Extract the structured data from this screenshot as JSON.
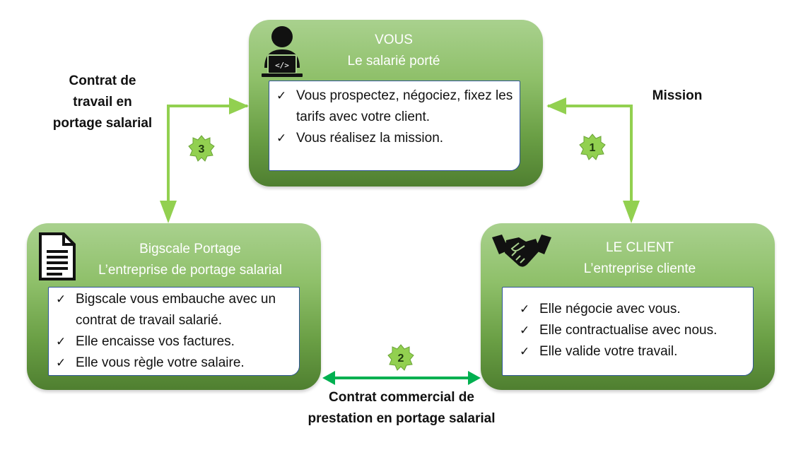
{
  "vous": {
    "title_line1": "VOUS",
    "title_line2": "Le salarié porté",
    "items": [
      "Vous prospectez, négociez, fixez les tarifs avec votre client.",
      "Vous réalisez la mission."
    ]
  },
  "bigscale": {
    "title_line1": "Bigscale Portage",
    "title_line2": "L’entreprise de portage salarial",
    "items": [
      "Bigscale vous embauche avec un contrat de travail salarié.",
      "Elle encaisse vos factures.",
      "Elle vous règle votre salaire."
    ]
  },
  "client": {
    "title_line1": "LE CLIENT",
    "title_line2": "L’entreprise cliente",
    "items": [
      "Elle négocie avec vous.",
      "Elle contractualise avec nous.",
      "Elle valide votre travail."
    ]
  },
  "labels": {
    "contrat_travail": [
      "Contrat de",
      "travail en",
      "portage salarial"
    ],
    "mission": "Mission",
    "contrat_commercial": [
      "Contrat commercial de",
      "prestation en portage salarial"
    ]
  },
  "badges": {
    "one": "1",
    "two": "2",
    "three": "3"
  },
  "colors": {
    "arrow": "#92d050",
    "arrow_dark": "#00b050",
    "box_top": "#a9d18e",
    "box_bottom": "#4f7f30"
  }
}
